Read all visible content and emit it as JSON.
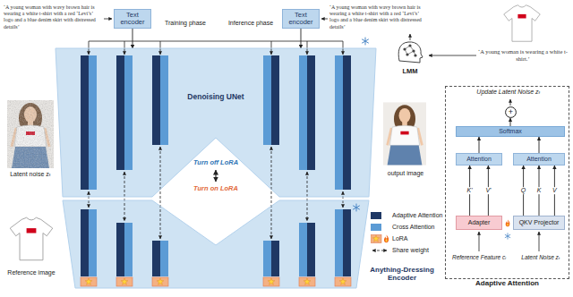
{
  "diagram": {
    "nodes": [
      {
        "text": [
          "Text encoder"
        ]
      },
      {
        "text": [
          "Text encoder"
        ]
      },
      {
        "text": [
          "LMM"
        ]
      },
      {
        "text": [
          "Denoising UNet"
        ]
      },
      {
        "text": [
          "Anything-Dressing Encoder"
        ]
      },
      {
        "text": [
          "Adaptive Attention"
        ]
      },
      {
        "text": [
          "+"
        ],
        "in": 5
      },
      {
        "text": [
          "Softmax"
        ],
        "in": 5
      },
      {
        "text": [
          "Attention"
        ],
        "in": 5
      },
      {
        "text": [
          "Attention"
        ],
        "in": 5
      },
      {
        "text": [
          "Adapter"
        ],
        "in": 5
      },
      {
        "text": [
          "QKV Projector"
        ],
        "in": 5
      }
    ],
    "edges": [
      {
        "from": 0,
        "to": 3,
        "arrow": "to"
      },
      {
        "from": 1,
        "to": 3,
        "arrow": "to"
      },
      {
        "from": 10,
        "to": 8,
        "label": "K'",
        "arrow": "to"
      },
      {
        "from": 10,
        "to": 8,
        "label": "V'",
        "arrow": "to"
      },
      {
        "from": 11,
        "to": 9,
        "label": "Q",
        "arrow": "to"
      },
      {
        "from": 11,
        "to": 9,
        "label": "K",
        "arrow": "to"
      },
      {
        "from": 11,
        "to": 9,
        "label": "V",
        "arrow": "to"
      },
      {
        "from": 8,
        "to": 7,
        "arrow": "to"
      },
      {
        "from": 9,
        "to": 7,
        "arrow": "to"
      },
      {
        "from": 7,
        "to": 6,
        "arrow": "to"
      }
    ],
    "labels": [
      "‘A young woman with wavy brown hair is wearing a white t-shirt with a red ‘Levi’s’ logo and a blue denim skirt with distressed details’",
      "Training phase",
      "Inference phase",
      "‘A young woman with wavy brown hair is wearing a white t-shirt with a red ‘Levi’s’ logo and a blue denim skirt with distressed details’",
      "‘A young woman is wearing a white t-shirt.’",
      "Latent noise zₜ",
      "output image",
      "Turn off LoRA",
      "Turn on LoRA",
      "Reference image",
      "Update Latent Noise zₜ",
      "Reference Feature cᵢ",
      "Latent Noise zₜ"
    ],
    "legend": [
      {
        "text": "Adaptive Attention",
        "color": "#1f3864"
      },
      {
        "text": "Cross Attention",
        "color": "#5b9bd5"
      },
      {
        "text": "LoRA"
      },
      {
        "text": "Share weight"
      }
    ]
  }
}
